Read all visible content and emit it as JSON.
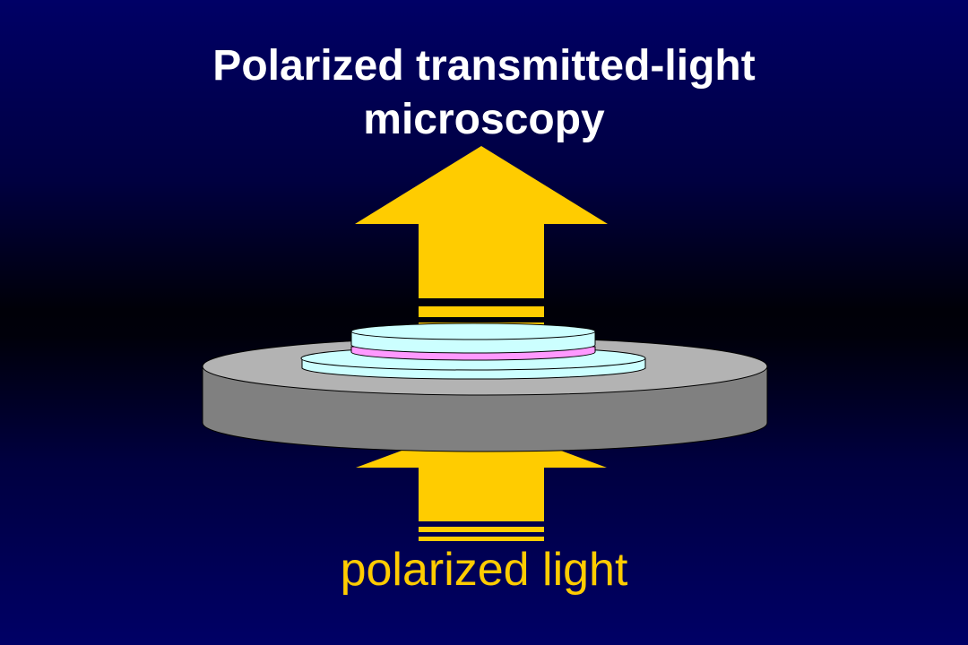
{
  "slide": {
    "title_line1": "Polarized transmitted-light",
    "title_line2": "microscopy",
    "label": "polarized light"
  },
  "colors": {
    "background_top": "#000066",
    "background_middle": "#000008",
    "title": "#ffffff",
    "arrow": "#ffcc00",
    "label": "#ffcc00",
    "stage_top": "#b3b3b3",
    "stage_side": "#808080",
    "slide_glass": "#ccffff",
    "specimen": "#ff99ff"
  },
  "icons": {
    "upper_arrow": "arrow-up-icon",
    "lower_arrow": "arrow-up-icon"
  }
}
